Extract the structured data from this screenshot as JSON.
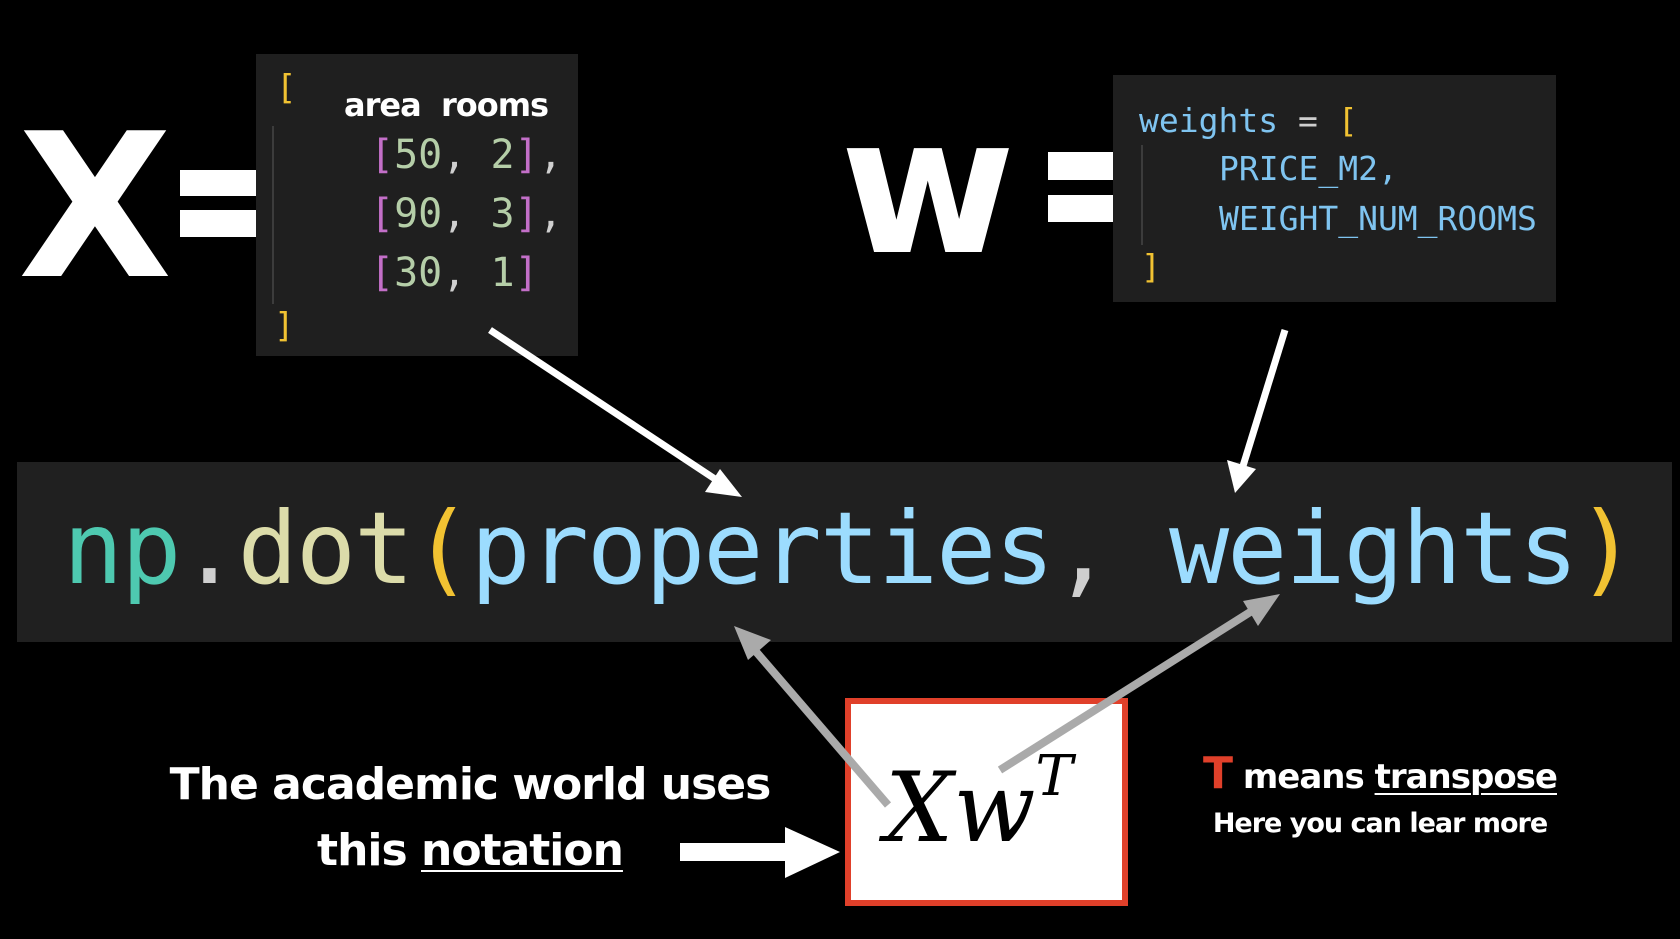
{
  "matrix_x": {
    "symbol": "X",
    "header": "area  rooms",
    "open_bracket": "[",
    "close_bracket": "]",
    "rows": [
      {
        "a": "50",
        "b": "2",
        "comma": ","
      },
      {
        "a": "90",
        "b": "3",
        "comma": ","
      },
      {
        "a": "30",
        "b": "1",
        "comma": ""
      }
    ]
  },
  "vector_w": {
    "symbol": "w",
    "decl": "weights",
    "eq": "=",
    "open_bracket": "[",
    "close_bracket": "]",
    "items": [
      "PRICE_M2,",
      "WEIGHT_NUM_ROOMS"
    ]
  },
  "code_line": {
    "fn_ns": "np",
    "dot": ".",
    "fn": "dot",
    "open": "(",
    "arg1": "properties",
    "sep": ", ",
    "arg2": "weights",
    "close": ")"
  },
  "formula": {
    "base": "Xw",
    "sup": "T"
  },
  "notes": {
    "academic_line1": "The academic world uses",
    "academic_line2_prefix": "this ",
    "academic_link": "notation",
    "t_letter": "T",
    "t_means": " means ",
    "transpose_link": "transpose",
    "learn_more": "Here you can lear more"
  },
  "colors": {
    "accent_red": "#e0402a",
    "code_bg": "#1f1f1f"
  }
}
